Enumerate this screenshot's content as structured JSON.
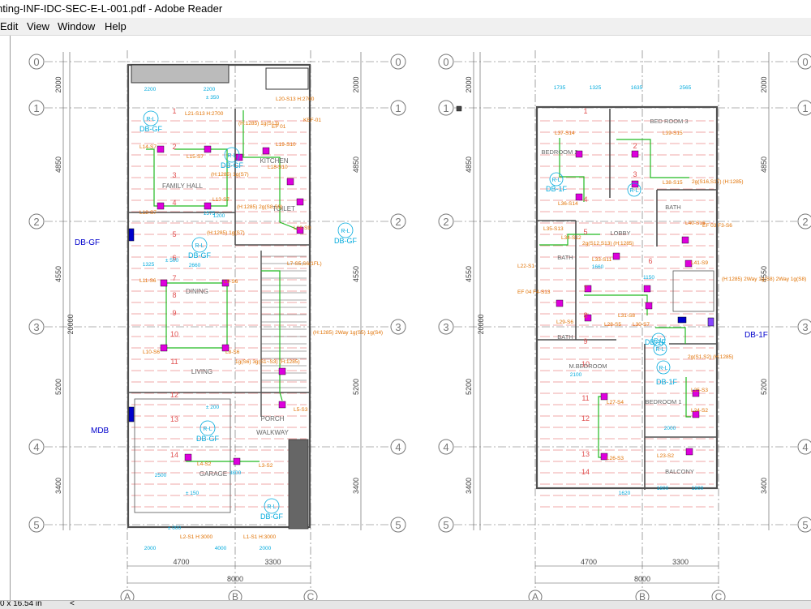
{
  "window": {
    "title": "hting-INF-IDC-SEC-E-L-001.pdf - Adobe Reader"
  },
  "menu": {
    "items": [
      {
        "label": "Edit"
      },
      {
        "label": "View"
      },
      {
        "label": "Window"
      },
      {
        "label": "Help"
      }
    ]
  },
  "status": {
    "page_size": "0 x 16.54 in",
    "nav_arrow": "<"
  },
  "colors": {
    "grid_red": "#e05050",
    "wall": "#505050",
    "green": "#22bb22",
    "orange": "#e07000",
    "cyan": "#00aadd",
    "blue": "#0000cc",
    "magenta": "#dd00dd",
    "gridline": "#666666"
  },
  "grid": {
    "rows": [
      "0",
      "1",
      "2",
      "3",
      "4",
      "5"
    ],
    "cols": [
      "A",
      "B",
      "C"
    ],
    "left_dims": [
      "2000",
      "4850",
      "4550",
      "5200",
      "3400"
    ],
    "left_total": "20000",
    "bottom_dims": [
      "4700",
      "3300"
    ],
    "bottom_total": "8000"
  },
  "ground_floor": {
    "room_labels": [
      "FAMILY HALL",
      "DINING",
      "LIVING",
      "GARAGE",
      "KITCHEN",
      "TOILET",
      "PORCH",
      "WALKWAY"
    ],
    "boards": [
      "DB-GF",
      "MDB"
    ],
    "circuits": [
      "L21-S13 H:2700",
      "L20-S13 H:2700",
      "L14-S7",
      "L15-S7",
      "L12-S7",
      "L13-S7",
      "L11-S6",
      "L9-S6",
      "L10-S6",
      "L8-S6",
      "L7-S5,S6(1FL)",
      "L19-S10",
      "L18-S10",
      "L16-S9",
      "L4-S2",
      "L3-S2",
      "L5-S3",
      "L2-S1 H:3000",
      "L1-S1 H:3000",
      "KEF-01",
      "EF 01"
    ],
    "switch_notes": [
      "(H:1285) 1g(S13)",
      "(H:1285) 1g(S7)",
      "(H:1285) 2g(S8,S9)",
      "(H:1285) 1g(S7)",
      "(H:1285) 2Way 1g(S5) 1g(S4)",
      "1g(S6) 3g(S1~S3) (H:1285)"
    ],
    "dims": [
      "2200",
      "2200",
      "1575",
      "1200",
      "2660",
      "2500",
      "3800",
      "1325",
      "2000",
      "4000",
      "2000",
      "± 350",
      "± 500",
      "± 200",
      "± 150",
      "± 000"
    ],
    "point_numbers": [
      "1",
      "2",
      "3",
      "4",
      "5",
      "6",
      "7",
      "8",
      "9",
      "10",
      "11",
      "12",
      "13",
      "14"
    ]
  },
  "first_floor": {
    "room_labels": [
      "BEDROOM 2",
      "BED ROOM 3",
      "LOBBY",
      "BATH",
      "BATH",
      "BATH",
      "M.BEDROOM",
      "BEDROOM 1",
      "BALCONY"
    ],
    "boards": [
      "DB-1F"
    ],
    "circuits": [
      "L37-S14",
      "L39-S15",
      "L38-S15",
      "L36-S14",
      "L35-S13",
      "L34-S12",
      "L33-S11",
      "L40-S16",
      "L41-S9",
      "L31-S8",
      "L30-S7",
      "L29-S6",
      "L28-S5",
      "L27-S4",
      "L26-S3",
      "L25-S3",
      "L24-S2",
      "L23-S2",
      "L22-S1",
      "EF 04 F4-S13",
      "EF 03 F3-S6",
      "EF 05 F5-S16"
    ],
    "switch_notes": [
      "2g(S16,S17) (H:1285)",
      "2g(S12,S13) (H:1285)",
      "(H:1285) 2Way 1g(S8) 2Way 1g(S8)",
      "2g(S1,S2) (H:1285)"
    ],
    "dims": [
      "1735",
      "1325",
      "1635",
      "2565",
      "1660",
      "1150",
      "2100",
      "2000",
      "1620",
      "1800",
      "1800"
    ],
    "point_numbers": [
      "1",
      "2",
      "3",
      "4",
      "5",
      "6",
      "7",
      "8",
      "9",
      "10",
      "11",
      "12",
      "13",
      "14"
    ]
  },
  "external_labels": {
    "db_gf": "DB-GF",
    "db_1f": "DB-1F",
    "mdb": "MDB",
    "rl": "R-L"
  }
}
